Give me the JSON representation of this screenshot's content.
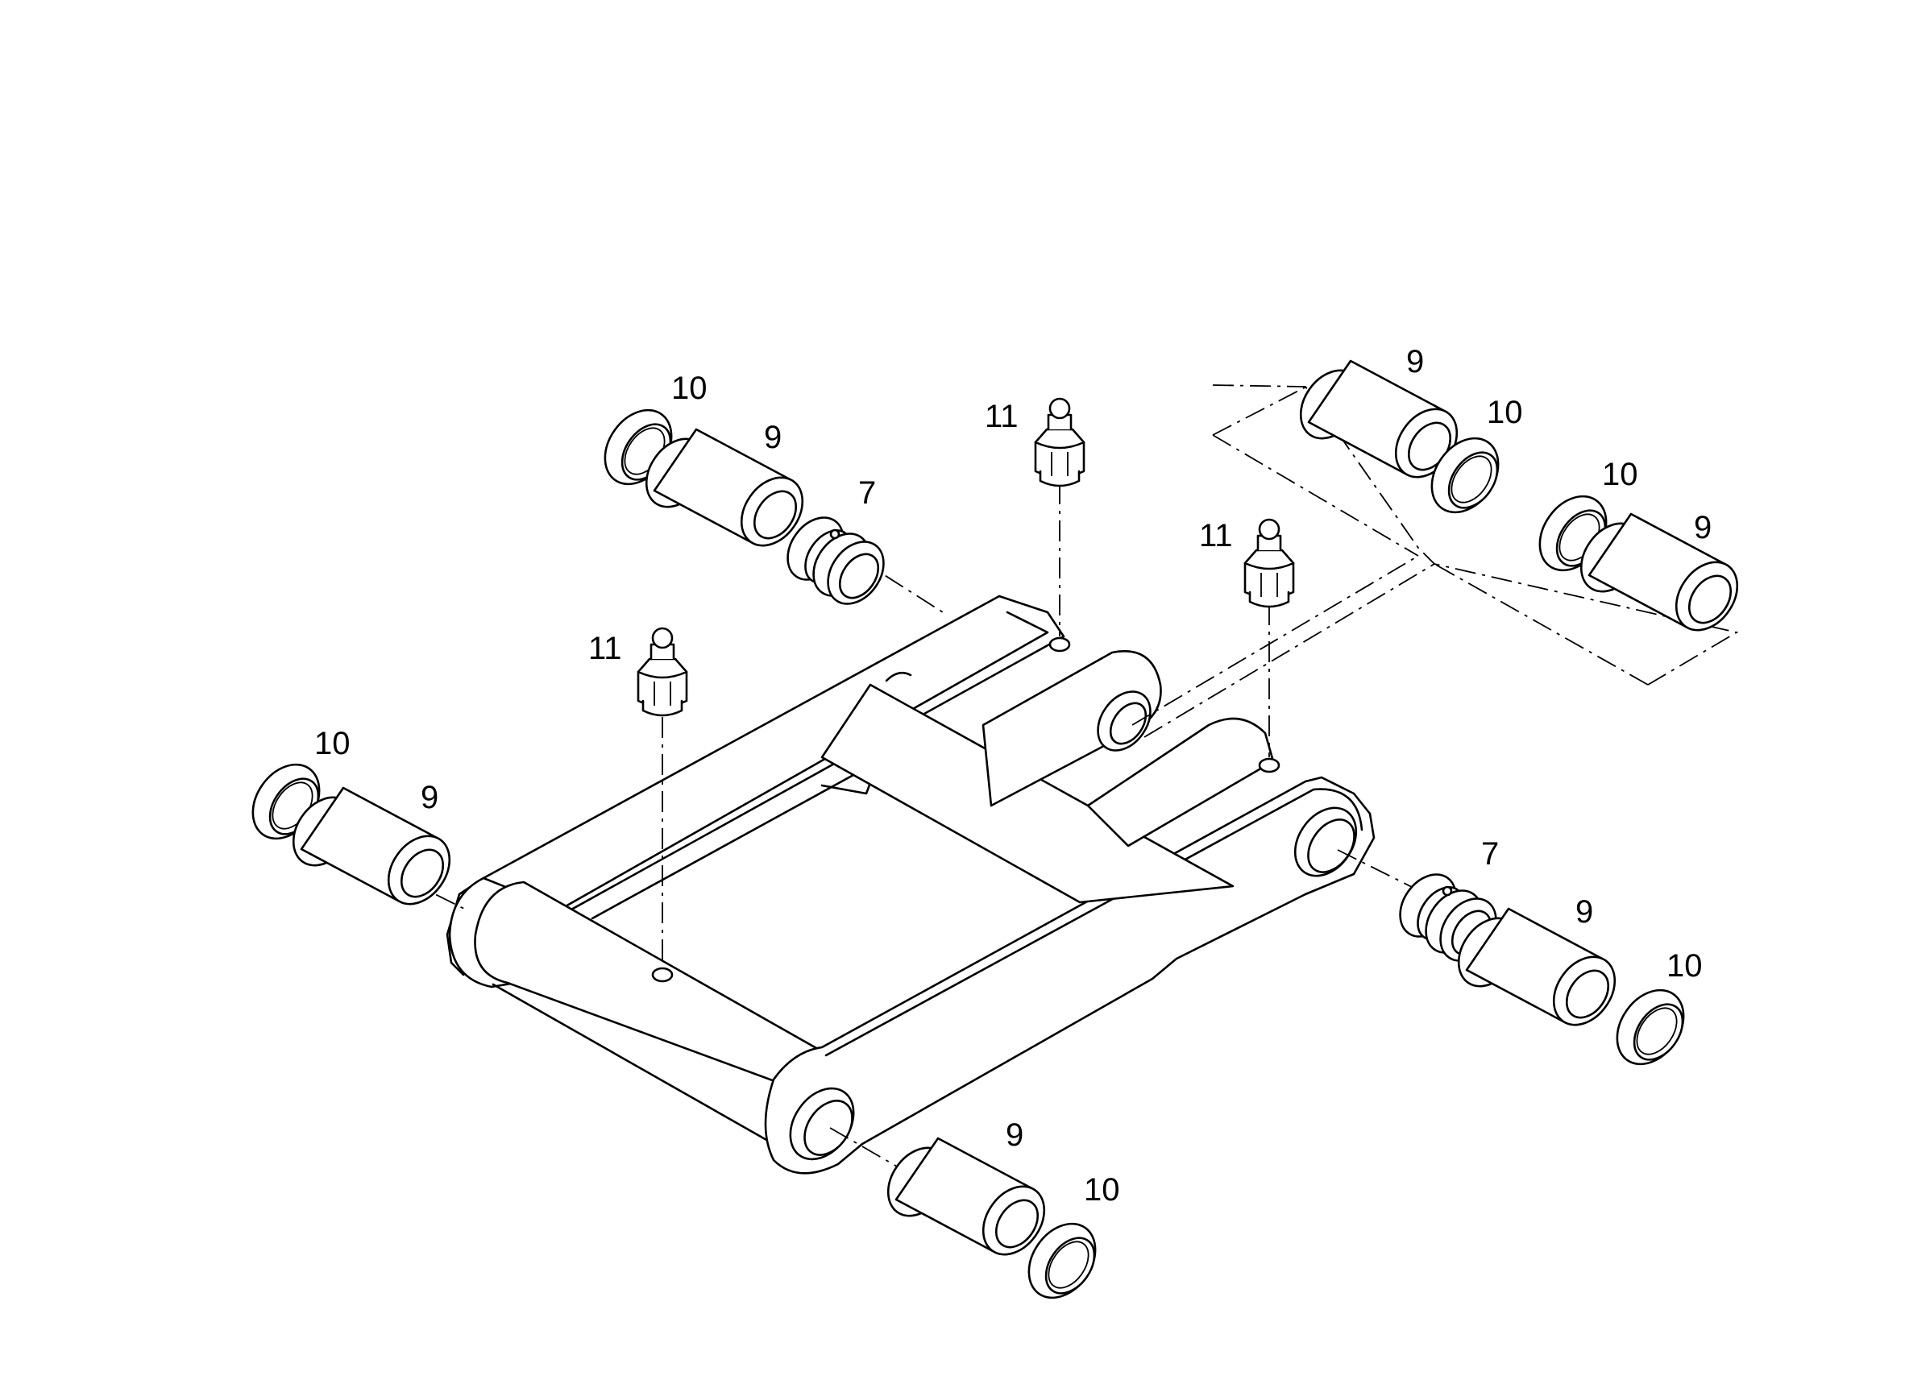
{
  "diagram": {
    "callouts": [
      {
        "id": "c1",
        "text": "10"
      },
      {
        "id": "c2",
        "text": "9"
      },
      {
        "id": "c3",
        "text": "7"
      },
      {
        "id": "c4",
        "text": "11"
      },
      {
        "id": "c5",
        "text": "9"
      },
      {
        "id": "c6",
        "text": "10"
      },
      {
        "id": "c7",
        "text": "11"
      },
      {
        "id": "c8",
        "text": "10"
      },
      {
        "id": "c9",
        "text": "9"
      },
      {
        "id": "c10",
        "text": "11"
      },
      {
        "id": "c11",
        "text": "10"
      },
      {
        "id": "c12",
        "text": "9"
      },
      {
        "id": "c13",
        "text": "7"
      },
      {
        "id": "c14",
        "text": "9"
      },
      {
        "id": "c15",
        "text": "10"
      },
      {
        "id": "c16",
        "text": "9"
      },
      {
        "id": "c17",
        "text": "10"
      }
    ]
  }
}
